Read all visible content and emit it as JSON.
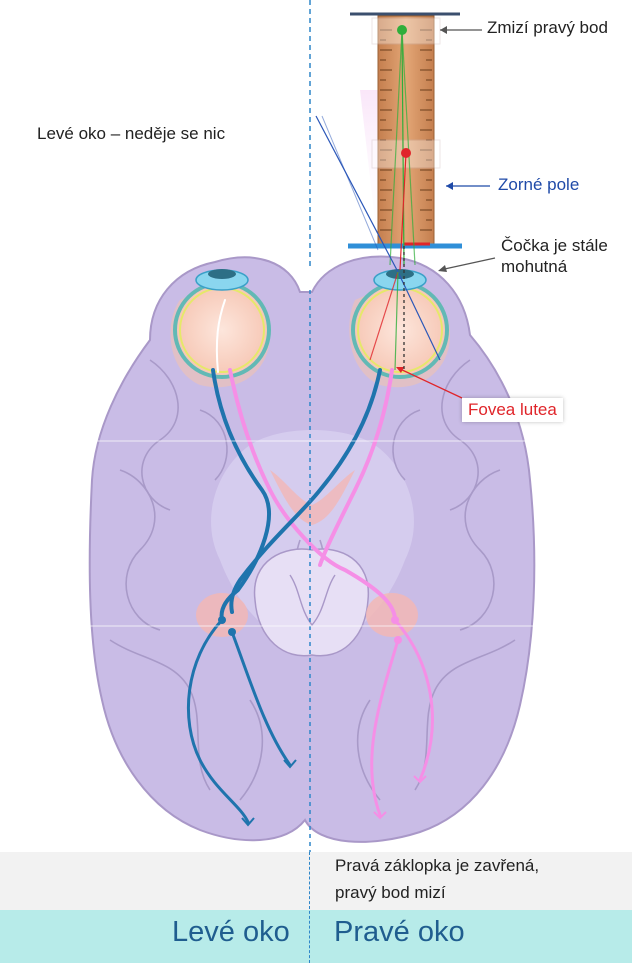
{
  "labels": {
    "left_eye_status": "Levé oko – neděje se nic",
    "right_point_vanishes": "Zmizí pravý bod",
    "visual_field": "Zorné pole",
    "lens_line1": "Čočka je stále",
    "lens_line2": "mohutná",
    "fovea": "Fovea lutea"
  },
  "caption": {
    "line1": "Pravá záklopka je zavřená,",
    "line2": "pravý bod mizí"
  },
  "footer": {
    "left_eye": "Levé oko",
    "right_eye": "Pravé oko"
  },
  "colors": {
    "brain": "#c9bce6",
    "left_pathway": "#1f74ad",
    "right_pathway": "#f58fe6",
    "visual_field_label": "#1f4aa8",
    "fovea_label": "#e0252a",
    "midline": "#2e86c9",
    "footer_band": "#b7ebe9",
    "caption_band": "#f2f2f2"
  }
}
